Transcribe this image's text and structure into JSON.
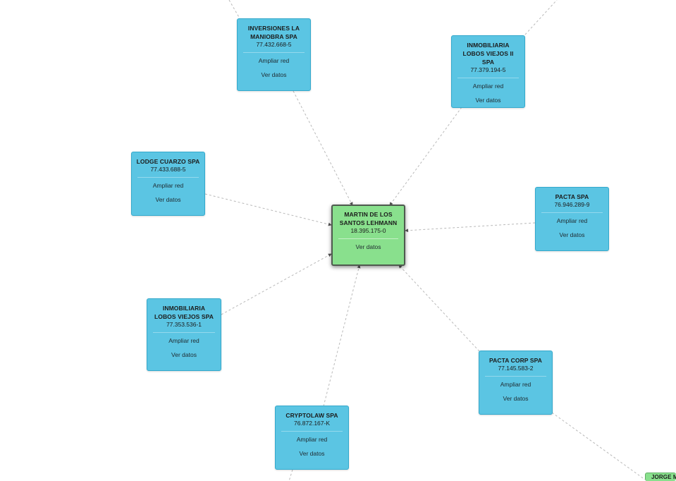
{
  "center_node": {
    "name": "MARTIN DE LOS SANTOS LEHMANN",
    "rut": "18.395.175-0",
    "view_label": "Ver datos"
  },
  "nodes": [
    {
      "id": "inversiones",
      "name": "INVERSIONES LA MANIOBRA SPA",
      "rut": "77.432.668-5",
      "expand_label": "Ampliar red",
      "view_label": "Ver datos"
    },
    {
      "id": "lobos2",
      "name": "INMOBILIARIA LOBOS VIEJOS II SPA",
      "rut": "77.379.194-5",
      "expand_label": "Ampliar red",
      "view_label": "Ver datos"
    },
    {
      "id": "lodge",
      "name": "LODGE CUARZO SPA",
      "rut": "77.433.688-5",
      "expand_label": "Ampliar red",
      "view_label": "Ver datos"
    },
    {
      "id": "pacta",
      "name": "PACTA SPA",
      "rut": "76.946.289-9",
      "expand_label": "Ampliar red",
      "view_label": "Ver datos"
    },
    {
      "id": "lobos",
      "name": "INMOBILIARIA LOBOS VIEJOS SPA",
      "rut": "77.353.536-1",
      "expand_label": "Ampliar red",
      "view_label": "Ver datos"
    },
    {
      "id": "pactacorp",
      "name": "PACTA CORP SPA",
      "rut": "77.145.583-2",
      "expand_label": "Ampliar red",
      "view_label": "Ver datos"
    },
    {
      "id": "cryptolaw",
      "name": "CRYPTOLAW SPA",
      "rut": "76.872.167-K",
      "expand_label": "Ampliar red",
      "view_label": "Ver datos"
    }
  ],
  "partial_node": {
    "name": "JORGE M"
  },
  "colors": {
    "company_node": "#5bc5e3",
    "person_node": "#89e08d",
    "edge": "#b9b9b9"
  }
}
